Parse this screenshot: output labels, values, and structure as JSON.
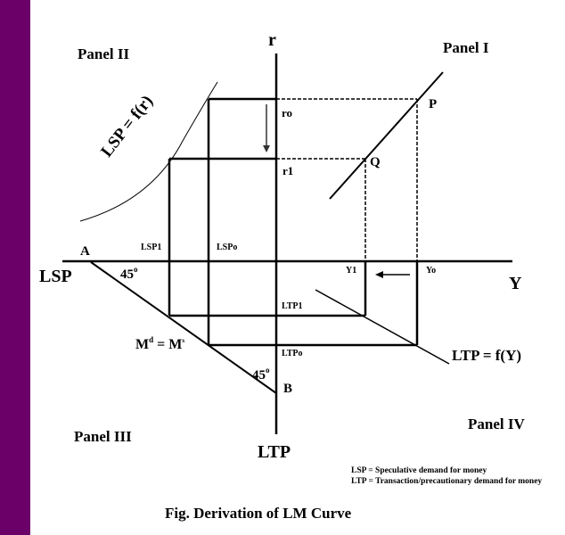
{
  "colors": {
    "sidebar": "#6b0068",
    "ink": "#000000",
    "background": "#ffffff",
    "arrow": "#333333"
  },
  "axes": {
    "vertical_top": "r",
    "vertical_bottom": "LTP",
    "horizontal_left": "LSP",
    "horizontal_right": "Y"
  },
  "panels": {
    "panel1": "Panel I",
    "panel2": "Panel II",
    "panel3": "Panel III",
    "panel4": "Panel IV"
  },
  "curves": {
    "lsp_function": "LSP = f(r)",
    "ltp_function": "LTP = f(Y)",
    "equilibrium_base": "M",
    "equilibrium_sup_d": "d",
    "equilibrium_eq": " = M",
    "equilibrium_sup_s": "s"
  },
  "points": {
    "A": "A",
    "B": "B",
    "P": "P",
    "Q": "Q"
  },
  "angles": {
    "angle_a": "45",
    "angle_b": "45",
    "degree_mark": "o"
  },
  "ticks": {
    "r0": "ro",
    "r1": "r1",
    "lsp1": "LSP1",
    "lsp0": "LSPo",
    "y1": "Y1",
    "y0": "Yo",
    "ltp1": "LTP1",
    "ltp0": "LTPo"
  },
  "legend": {
    "line1": "LSP = Speculative demand for money",
    "line2": "LTP = Transaction/precautionary demand for money"
  },
  "caption": "Fig. Derivation of LM Curve"
}
